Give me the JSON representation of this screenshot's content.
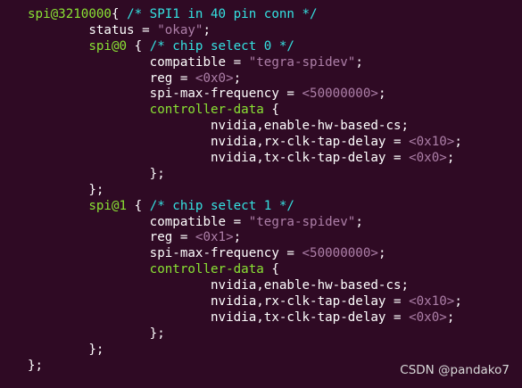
{
  "editor": {
    "lines": [
      {
        "indent": "",
        "tokens": [
          {
            "type": "node",
            "text": "spi@3210000"
          },
          {
            "type": "plain",
            "text": "{ "
          },
          {
            "type": "comment",
            "text": "/* SPI1 in 40 pin conn */"
          }
        ]
      },
      {
        "indent": "        ",
        "tokens": [
          {
            "type": "plain",
            "text": "status = "
          },
          {
            "type": "string",
            "text": "\"okay\""
          },
          {
            "type": "plain",
            "text": ";"
          }
        ]
      },
      {
        "indent": "        ",
        "tokens": [
          {
            "type": "node",
            "text": "spi@0"
          },
          {
            "type": "plain",
            "text": " { "
          },
          {
            "type": "comment",
            "text": "/* chip select 0 */"
          }
        ]
      },
      {
        "indent": "                ",
        "tokens": [
          {
            "type": "plain",
            "text": "compatible = "
          },
          {
            "type": "string",
            "text": "\"tegra-spidev\""
          },
          {
            "type": "plain",
            "text": ";"
          }
        ]
      },
      {
        "indent": "                ",
        "tokens": [
          {
            "type": "plain",
            "text": "reg = "
          },
          {
            "type": "num",
            "text": "<0x0>"
          },
          {
            "type": "plain",
            "text": ";"
          }
        ]
      },
      {
        "indent": "                ",
        "tokens": [
          {
            "type": "plain",
            "text": "spi-max-frequency = "
          },
          {
            "type": "num",
            "text": "<50000000>"
          },
          {
            "type": "plain",
            "text": ";"
          }
        ]
      },
      {
        "indent": "                ",
        "tokens": [
          {
            "type": "node",
            "text": "controller-data"
          },
          {
            "type": "plain",
            "text": " {"
          }
        ]
      },
      {
        "indent": "                        ",
        "tokens": [
          {
            "type": "plain",
            "text": "nvidia,enable-hw-based-cs;"
          }
        ]
      },
      {
        "indent": "                        ",
        "tokens": [
          {
            "type": "plain",
            "text": "nvidia,rx-clk-tap-delay = "
          },
          {
            "type": "num",
            "text": "<0x10>"
          },
          {
            "type": "plain",
            "text": ";"
          }
        ]
      },
      {
        "indent": "                        ",
        "tokens": [
          {
            "type": "plain",
            "text": "nvidia,tx-clk-tap-delay = "
          },
          {
            "type": "num",
            "text": "<0x0>"
          },
          {
            "type": "plain",
            "text": ";"
          }
        ]
      },
      {
        "indent": "                ",
        "tokens": [
          {
            "type": "plain",
            "text": "};"
          }
        ]
      },
      {
        "indent": "        ",
        "tokens": [
          {
            "type": "plain",
            "text": "};"
          }
        ]
      },
      {
        "indent": "        ",
        "tokens": [
          {
            "type": "node",
            "text": "spi@1"
          },
          {
            "type": "plain",
            "text": " { "
          },
          {
            "type": "comment",
            "text": "/* chip select 1 */"
          }
        ]
      },
      {
        "indent": "                ",
        "tokens": [
          {
            "type": "plain",
            "text": "compatible = "
          },
          {
            "type": "string",
            "text": "\"tegra-spidev\""
          },
          {
            "type": "plain",
            "text": ";"
          }
        ]
      },
      {
        "indent": "                ",
        "tokens": [
          {
            "type": "plain",
            "text": "reg = "
          },
          {
            "type": "num",
            "text": "<0x1>"
          },
          {
            "type": "plain",
            "text": ";"
          }
        ]
      },
      {
        "indent": "                ",
        "tokens": [
          {
            "type": "plain",
            "text": "spi-max-frequency = "
          },
          {
            "type": "num",
            "text": "<50000000>"
          },
          {
            "type": "plain",
            "text": ";"
          }
        ]
      },
      {
        "indent": "                ",
        "tokens": [
          {
            "type": "node",
            "text": "controller-data"
          },
          {
            "type": "plain",
            "text": " {"
          }
        ]
      },
      {
        "indent": "                        ",
        "tokens": [
          {
            "type": "plain",
            "text": "nvidia,enable-hw-based-cs;"
          }
        ]
      },
      {
        "indent": "                        ",
        "tokens": [
          {
            "type": "plain",
            "text": "nvidia,rx-clk-tap-delay = "
          },
          {
            "type": "num",
            "text": "<0x10>"
          },
          {
            "type": "plain",
            "text": ";"
          }
        ]
      },
      {
        "indent": "                        ",
        "tokens": [
          {
            "type": "plain",
            "text": "nvidia,tx-clk-tap-delay = "
          },
          {
            "type": "num",
            "text": "<0x0>"
          },
          {
            "type": "plain",
            "text": ";"
          }
        ]
      },
      {
        "indent": "                ",
        "tokens": [
          {
            "type": "plain",
            "text": "};"
          }
        ]
      },
      {
        "indent": "        ",
        "tokens": [
          {
            "type": "plain",
            "text": "};"
          }
        ]
      },
      {
        "indent": "",
        "tokens": [
          {
            "type": "plain",
            "text": "};"
          }
        ]
      }
    ]
  },
  "watermark": "CSDN @pandako7",
  "colors": {
    "background": "#2f0a24",
    "text": "#ffffff",
    "node": "#8ae234",
    "comment": "#34e2e2",
    "string": "#ad7fa8",
    "number": "#ad7fa8"
  }
}
